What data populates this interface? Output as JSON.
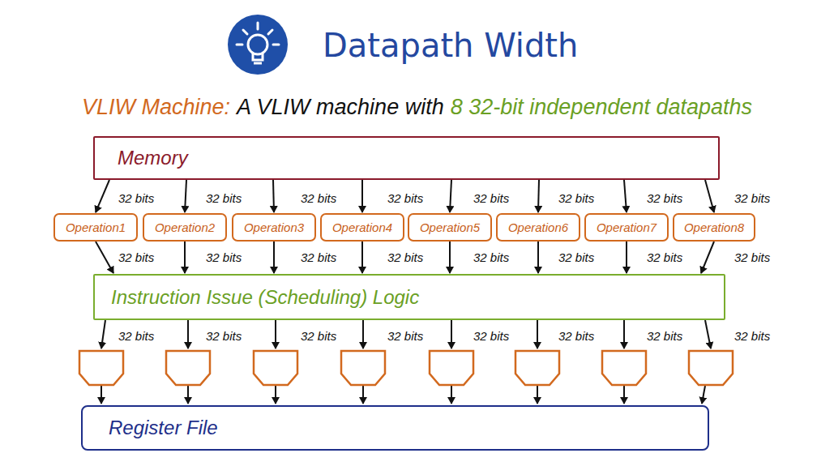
{
  "diagram": {
    "title": "Datapath Width",
    "nodes": [
      {
        "text": [
          "Memory"
        ]
      },
      {
        "text": [
          "Operation1"
        ]
      },
      {
        "text": [
          "Operation2"
        ]
      },
      {
        "text": [
          "Operation3"
        ]
      },
      {
        "text": [
          "Operation4"
        ]
      },
      {
        "text": [
          "Operation5"
        ]
      },
      {
        "text": [
          "Operation6"
        ]
      },
      {
        "text": [
          "Operation7"
        ]
      },
      {
        "text": [
          "Operation8"
        ]
      },
      {
        "text": [
          "Instruction Issue (Scheduling) Logic"
        ]
      },
      {
        "text": [
          "Register File"
        ]
      }
    ],
    "edges": [
      {
        "from": 0,
        "to": 1,
        "arrow": "to"
      },
      {
        "from": 0,
        "to": 2,
        "arrow": "to"
      },
      {
        "from": 0,
        "to": 3,
        "arrow": "to"
      },
      {
        "from": 0,
        "to": 4,
        "arrow": "to"
      },
      {
        "from": 0,
        "to": 5,
        "arrow": "to"
      },
      {
        "from": 0,
        "to": 6,
        "arrow": "to"
      },
      {
        "from": 0,
        "to": 7,
        "arrow": "to"
      },
      {
        "from": 0,
        "to": 8,
        "arrow": "to"
      },
      {
        "from": 1,
        "to": 9,
        "arrow": "to"
      },
      {
        "from": 2,
        "to": 9,
        "arrow": "to"
      },
      {
        "from": 3,
        "to": 9,
        "arrow": "to"
      },
      {
        "from": 4,
        "to": 9,
        "arrow": "to"
      },
      {
        "from": 5,
        "to": 9,
        "arrow": "to"
      },
      {
        "from": 6,
        "to": 9,
        "arrow": "to"
      },
      {
        "from": 7,
        "to": 9,
        "arrow": "to"
      },
      {
        "from": 8,
        "to": 9,
        "arrow": "to"
      }
    ],
    "labels": [
      "VLIW Machine:",
      "A VLIW machine with",
      "8 32-bit independent datapaths",
      "32 bits",
      "32 bits",
      "32 bits",
      "32 bits",
      "32 bits",
      "32 bits",
      "32 bits",
      "32 bits",
      "32 bits",
      "32 bits",
      "32 bits",
      "32 bits",
      "32 bits",
      "32 bits",
      "32 bits",
      "32 bits",
      "32 bits",
      "32 bits",
      "32 bits",
      "32 bits",
      "32 bits",
      "32 bits",
      "32 bits",
      "32 bits"
    ]
  }
}
